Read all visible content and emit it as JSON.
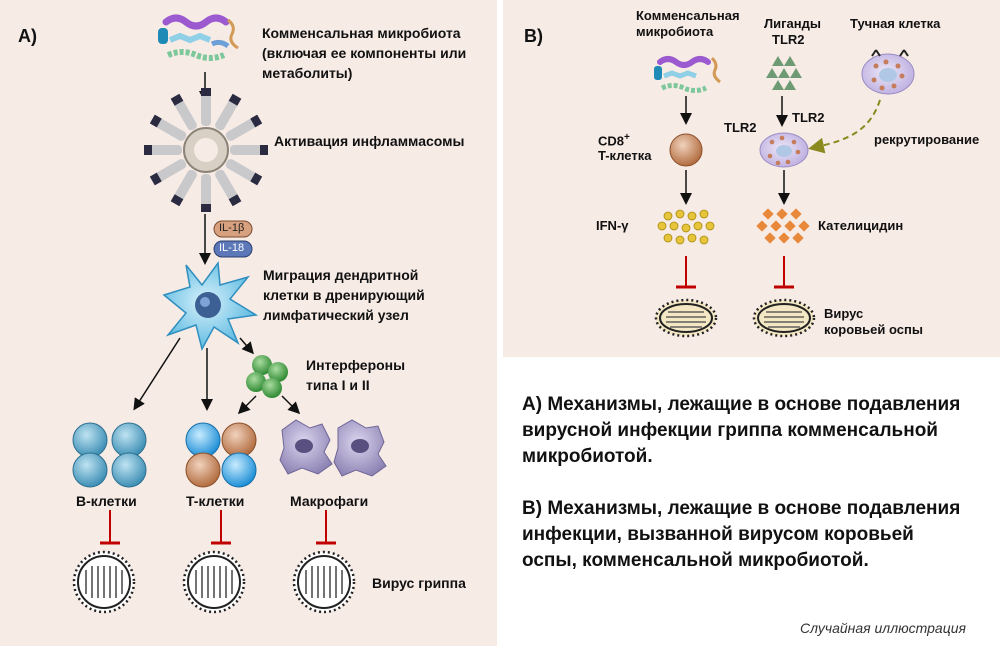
{
  "panel_a": {
    "label": "A)",
    "microbiota": [
      "Комменсальная микробиота",
      "(включая ее компоненты или",
      "метаболиты)"
    ],
    "inflammasome": "Активация инфламмасомы",
    "il1b": "IL-1β",
    "il18": "IL-18",
    "dendritic": [
      "Миграция дендритной",
      "клетки в дренирующий",
      "лимфатический узел"
    ],
    "interferons": [
      "Интерфероны",
      "типа I и II"
    ],
    "b_cells": "B-клетки",
    "t_cells": "T-клетки",
    "macrophages": "Макрофаги",
    "virus": "Вирус гриппа"
  },
  "panel_b": {
    "label": "B)",
    "microbiota": [
      "Комменсальная",
      "микробиота"
    ],
    "ligands": [
      "Лиганды",
      "TLR2"
    ],
    "mast_cell": "Тучная клетка",
    "cd8": "CD8",
    "cd8_sup": "+",
    "t_cell": "T-клетка",
    "tlr2_left": "TLR2",
    "tlr2_right": "TLR2",
    "recruitment": "рекрутирование",
    "ifn": "IFN-γ",
    "cathelicidin": "Кателицидин",
    "virus": [
      "Вирус",
      "коровьей оспы"
    ]
  },
  "caption": {
    "a": [
      "A) Механизмы, лежащие в основе подавления",
      "вирусной инфекции гриппа комменсальной",
      "микробиотой."
    ],
    "b": [
      "B) Механизмы, лежащие в основе подавления",
      "инфекции, вызванной вирусом коровьей",
      "оспы, комменсальной микробиотой."
    ]
  },
  "credit": "Случайная иллюстрация",
  "colors": {
    "panel_bg": "#f7ebe6",
    "b_cell": "#4b9bbf",
    "t_cell_blue": "#35a3df",
    "t_cell_orange": "#c9855a",
    "macrophage": "#a79fc4",
    "interferon": "#3f9a3f",
    "ifn_dots": "#e6c53a",
    "cathelicidin": "#e8883a",
    "inhibit": "#c00000",
    "dashed": "#8a8a1f"
  }
}
